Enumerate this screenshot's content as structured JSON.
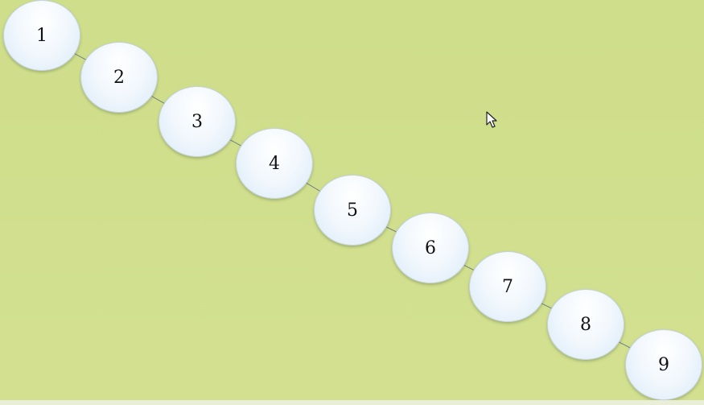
{
  "diagram": {
    "nodes": [
      {
        "id": "1",
        "label": "1"
      },
      {
        "id": "2",
        "label": "2"
      },
      {
        "id": "3",
        "label": "3"
      },
      {
        "id": "4",
        "label": "4"
      },
      {
        "id": "5",
        "label": "5"
      },
      {
        "id": "6",
        "label": "6"
      },
      {
        "id": "7",
        "label": "7"
      },
      {
        "id": "8",
        "label": "8"
      },
      {
        "id": "9",
        "label": "9"
      }
    ],
    "edges": [
      {
        "from": "1",
        "to": "2"
      },
      {
        "from": "2",
        "to": "3"
      },
      {
        "from": "3",
        "to": "4"
      },
      {
        "from": "4",
        "to": "5"
      },
      {
        "from": "5",
        "to": "6"
      },
      {
        "from": "6",
        "to": "7"
      },
      {
        "from": "7",
        "to": "8"
      },
      {
        "from": "8",
        "to": "9"
      }
    ]
  },
  "colors": {
    "background": "#d0df8c",
    "node_fill": "#eef6fd",
    "edge": "#6f7f86"
  },
  "icons": {
    "cursor": "mouse-pointer-icon"
  }
}
